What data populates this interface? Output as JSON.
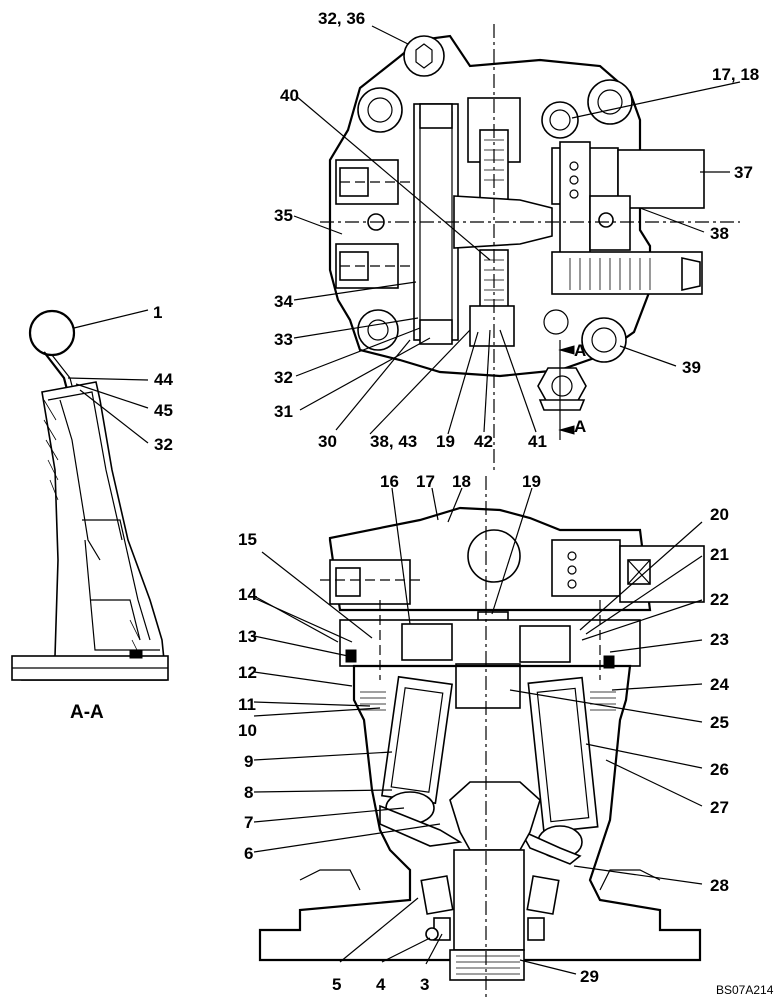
{
  "callouts": {
    "c1": "1",
    "c44": "44",
    "c45": "45",
    "c32a": "32",
    "c3236": "32, 36",
    "c1718a": "17, 18",
    "c40": "40",
    "c37": "37",
    "c35": "35",
    "c38a": "38",
    "c34": "34",
    "c33": "33",
    "c32b": "32",
    "c39": "39",
    "c31": "31",
    "c30": "30",
    "c3843": "38, 43",
    "c19a": "19",
    "c42": "42",
    "c41": "41",
    "c16": "16",
    "c17": "17",
    "c18": "18",
    "c19b": "19",
    "c20": "20",
    "c15": "15",
    "c21": "21",
    "c14": "14",
    "c22": "22",
    "c13": "13",
    "c23": "23",
    "c12": "12",
    "c24": "24",
    "c11": "11",
    "c10": "10",
    "c25": "25",
    "c9": "9",
    "c26": "26",
    "c8": "8",
    "c27": "27",
    "c7": "7",
    "c6": "6",
    "c28": "28",
    "c5": "5",
    "c4": "4",
    "c3": "3",
    "c29": "29"
  },
  "section_marks": {
    "upper": "A",
    "lower": "A"
  },
  "section_title": "A-A",
  "drawing_code": "BS07A214"
}
